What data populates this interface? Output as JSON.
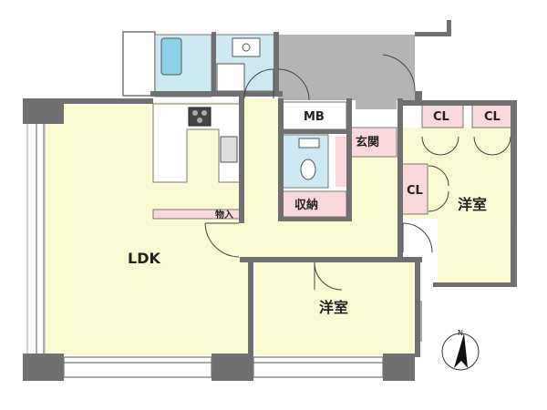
{
  "rooms": {
    "ldk": "LDK",
    "western_room_1": "洋室",
    "western_room_2": "洋室",
    "entrance": "玄関",
    "storage": "収納",
    "meter_box": "MB",
    "kitchen_storage": "物入",
    "closet_1": "CL",
    "closet_2": "CL",
    "closet_3": "CL"
  },
  "compass": {
    "north": "N"
  },
  "colors": {
    "room_fill": "#fafad2",
    "wet_area_fill": "#cfe9f2",
    "storage_fill": "#fad9dc",
    "balcony_fill": "#ffffff",
    "corridor_fill": "#b4b4b4",
    "wall": "#707070"
  }
}
